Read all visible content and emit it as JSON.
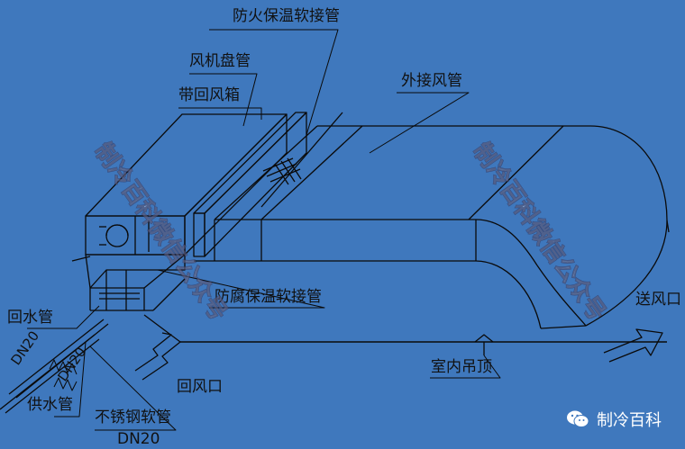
{
  "labels": {
    "fire_hose": "防火保温软接管",
    "fan_coil": "风机盘管",
    "return_box": "带回风箱",
    "external_duct": "外接风管",
    "anticorrosion_hose": "防腐保温软接管",
    "return_water": "回水管",
    "dn20_a": "DN20",
    "dn20_b": "DN20",
    "supply_water": "供水管",
    "stainless_hose": "不锈钢软管",
    "dn20_c": "DN20",
    "return_air": "回风口",
    "ceiling": "室内吊顶",
    "supply_air": "送风口"
  },
  "watermark": {
    "text": "制冷百科微信公众号"
  },
  "brand": {
    "text": "制冷百科",
    "icon": "wechat-icon"
  },
  "colors": {
    "background": "#3f78bd",
    "line": "#0a0a0a",
    "text": "#111111"
  }
}
